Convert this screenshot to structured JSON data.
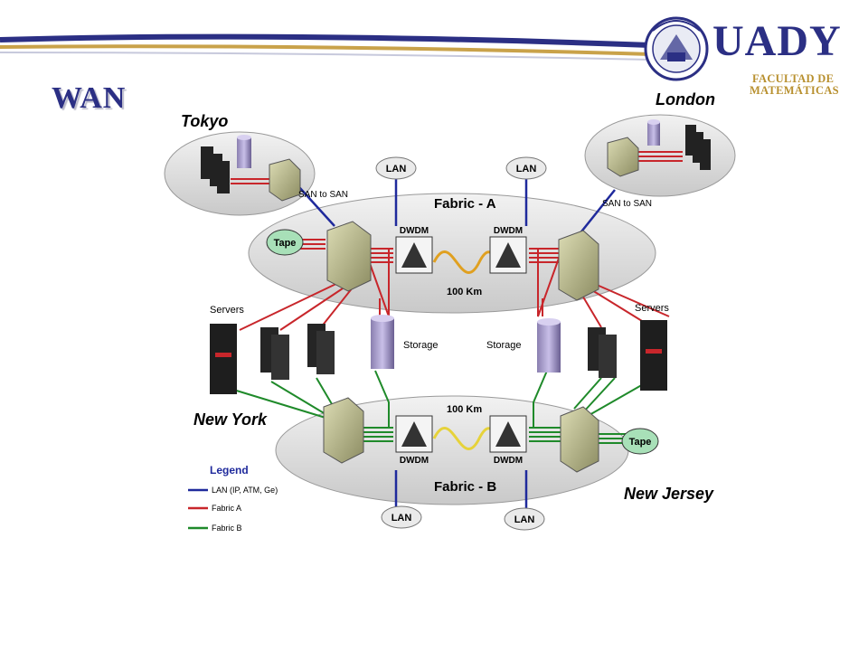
{
  "slide": {
    "title": "WAN"
  },
  "logo": {
    "word": "UADY",
    "faculty_line1": "FACULTAD DE",
    "faculty_line2": "MATEMÁTICAS"
  },
  "diagram": {
    "sites": {
      "tokyo": "Tokyo",
      "london": "London",
      "new_york": "New York",
      "new_jersey": "New Jersey"
    },
    "fabric_a": "Fabric - A",
    "fabric_b": "Fabric - B",
    "lan": "LAN",
    "dwdm": "DWDM",
    "distance": "100 Km",
    "san_to_san": "SAN to SAN",
    "tape": "Tape",
    "servers": "Servers",
    "storage": "Storage",
    "legend": {
      "title": "Legend",
      "items": [
        {
          "label": "LAN (IP, ATM, Ge)",
          "color": "#1f2a9c"
        },
        {
          "label": "Fabric A",
          "color": "#c8262b"
        },
        {
          "label": "Fabric B",
          "color": "#1f8a2a"
        }
      ]
    }
  }
}
